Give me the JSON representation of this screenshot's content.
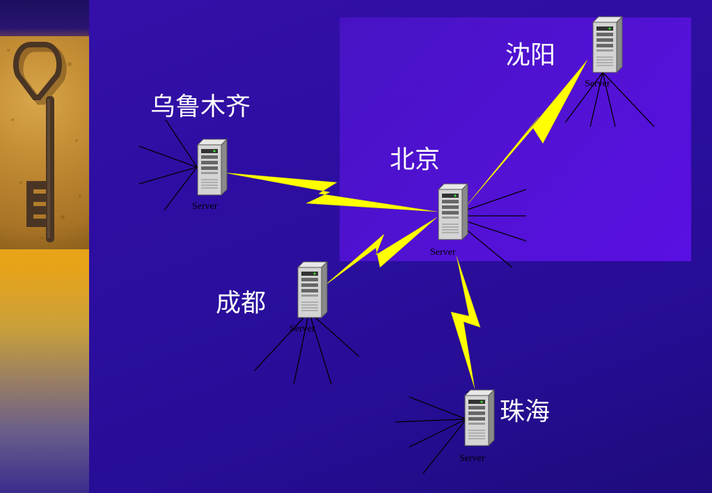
{
  "nodes": [
    {
      "id": "urumqi",
      "city": "乌鲁木齐",
      "server_label": "Server"
    },
    {
      "id": "beijing",
      "city": "北京",
      "server_label": "Server"
    },
    {
      "id": "shenyang",
      "city": "沈阳",
      "server_label": "Server"
    },
    {
      "id": "chengdu",
      "city": "成都",
      "server_label": "Server"
    },
    {
      "id": "zhuhai",
      "city": "珠海",
      "server_label": "Server"
    }
  ],
  "links": [
    {
      "from": "urumqi",
      "to": "beijing",
      "style": "lightning"
    },
    {
      "from": "beijing",
      "to": "shenyang",
      "style": "lightning"
    },
    {
      "from": "beijing",
      "to": "chengdu",
      "style": "lightning"
    },
    {
      "from": "beijing",
      "to": "zhuhai",
      "style": "lightning"
    }
  ],
  "colors": {
    "background": "#2a0c8e",
    "link": "#ffff00",
    "text": "#ffffff",
    "sidebar": "#e8a318"
  }
}
